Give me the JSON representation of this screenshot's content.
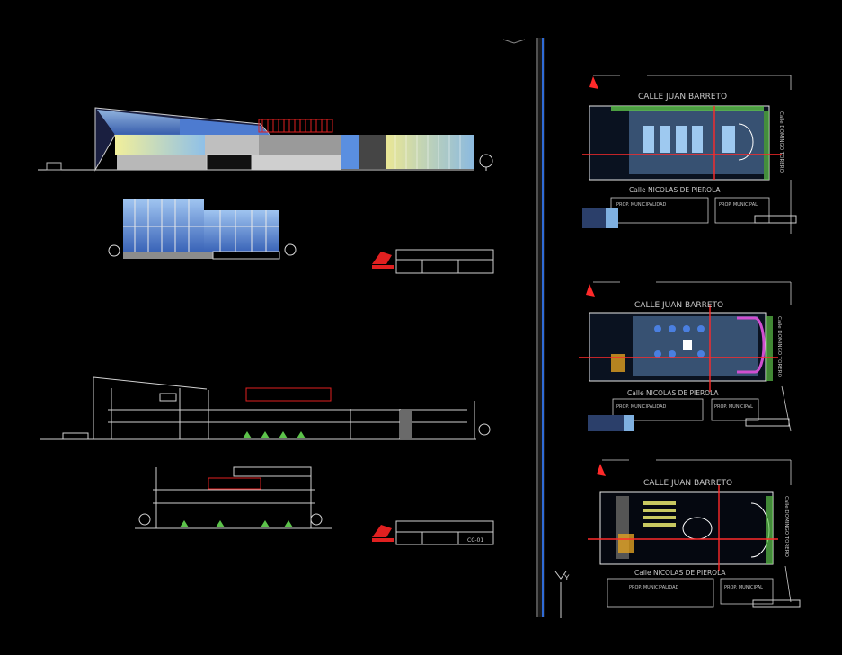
{
  "plans": [
    {
      "street_top": "CALLE JUAN BARRETO",
      "street_bottom": "Calle NICOLAS DE PIEROLA",
      "street_side": "Calle DOMINGO TORERO",
      "neighbor_left": "PROP. MUNICIPALIDAD",
      "neighbor_right": "PROP. MUNICIPAL"
    },
    {
      "street_top": "CALLE JUAN BARRETO",
      "street_bottom": "Calle NICOLAS DE PIEROLA",
      "street_side": "Calle DOMINGO TORERO",
      "neighbor_left": "PROP. MUNICIPALIDAD",
      "neighbor_right": "PROP. MUNICIPAL"
    },
    {
      "street_top": "CALLE JUAN BARRETO",
      "street_bottom": "Calle NICOLAS DE PIEROLA",
      "street_side": "Calle DOMINGO TORERO",
      "neighbor_left": "PROP. MUNICIPALIDAD",
      "neighbor_right": "PROP. MUNICIPAL"
    }
  ],
  "title_block_code": "CC-01",
  "axis_label": "Y",
  "colors": {
    "background": "#000000",
    "cad_line": "#d8d8d8",
    "glass": "#6f9fd8",
    "accent_red": "#e02020",
    "viewport_border": "#2f6bd6",
    "landscape_green": "#5cc24a",
    "section_mark_red": "#ff2a2a"
  }
}
